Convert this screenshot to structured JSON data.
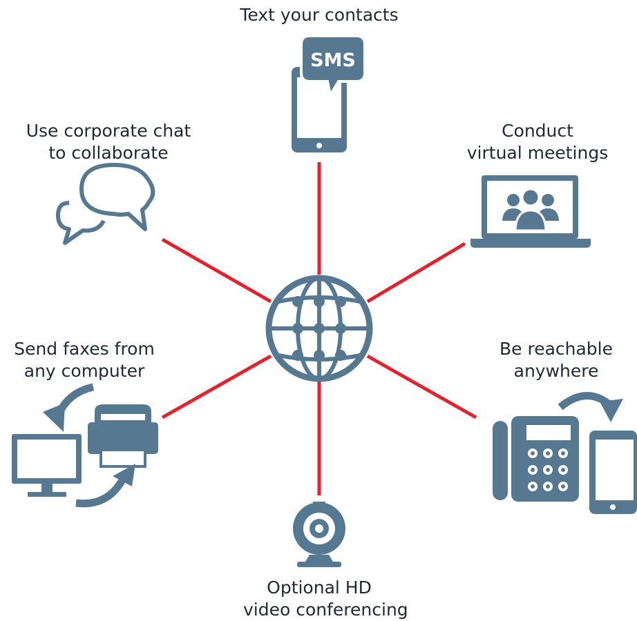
{
  "colors": {
    "icon": "#567891",
    "connector": "#e0242f",
    "text": "#1e2a33",
    "background": "#ffffff"
  },
  "hub": {
    "icon": "globe-icon"
  },
  "features": [
    {
      "id": "sms",
      "icon": "sms-phone-icon",
      "sms_badge": "SMS",
      "lines": [
        "Text your contacts"
      ]
    },
    {
      "id": "meetings",
      "icon": "laptop-meeting-icon",
      "lines": [
        "Conduct",
        "virtual meetings"
      ]
    },
    {
      "id": "reachable",
      "icon": "desk-phone-to-tablet-icon",
      "lines": [
        "Be reachable",
        "anywhere"
      ]
    },
    {
      "id": "video",
      "icon": "webcam-icon",
      "lines": [
        "Optional HD",
        "video conferencing"
      ]
    },
    {
      "id": "fax",
      "icon": "computer-fax-icon",
      "lines": [
        "Send faxes from",
        "any computer"
      ]
    },
    {
      "id": "chat",
      "icon": "chat-bubbles-icon",
      "lines": [
        "Use corporate chat",
        "to collaborate"
      ]
    }
  ]
}
